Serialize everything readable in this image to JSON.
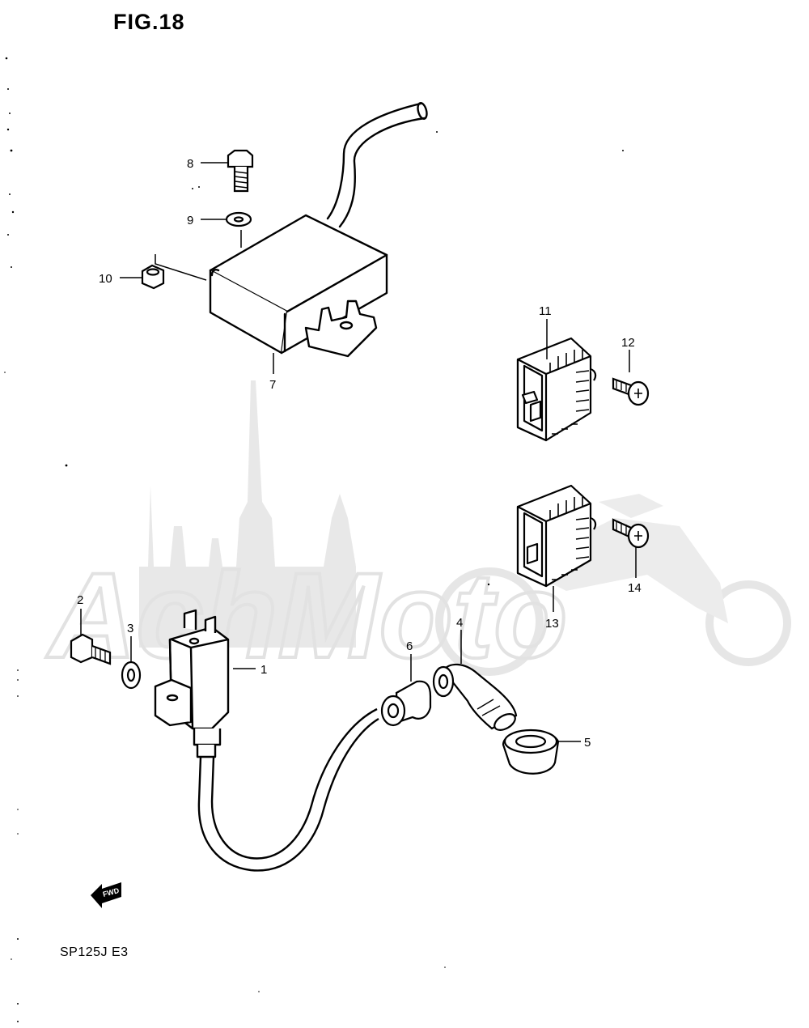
{
  "figure": {
    "title": "FIG.18",
    "model_code": "SP125J  E3"
  },
  "watermark": {
    "text": "AchMoto"
  },
  "direction_marker": {
    "label": "FWD",
    "icon": "fwd-arrow-icon"
  },
  "callouts": [
    {
      "id": "1",
      "label": "1"
    },
    {
      "id": "2",
      "label": "2"
    },
    {
      "id": "3",
      "label": "3"
    },
    {
      "id": "4",
      "label": "4"
    },
    {
      "id": "5",
      "label": "5"
    },
    {
      "id": "6",
      "label": "6"
    },
    {
      "id": "7",
      "label": "7"
    },
    {
      "id": "8",
      "label": "8"
    },
    {
      "id": "9",
      "label": "9"
    },
    {
      "id": "10",
      "label": "10"
    },
    {
      "id": "11",
      "label": "11"
    },
    {
      "id": "12",
      "label": "12"
    },
    {
      "id": "13",
      "label": "13"
    },
    {
      "id": "14",
      "label": "14"
    }
  ],
  "colors": {
    "line": "#000000",
    "watermark": "#e6e6e6",
    "background": "#ffffff"
  }
}
